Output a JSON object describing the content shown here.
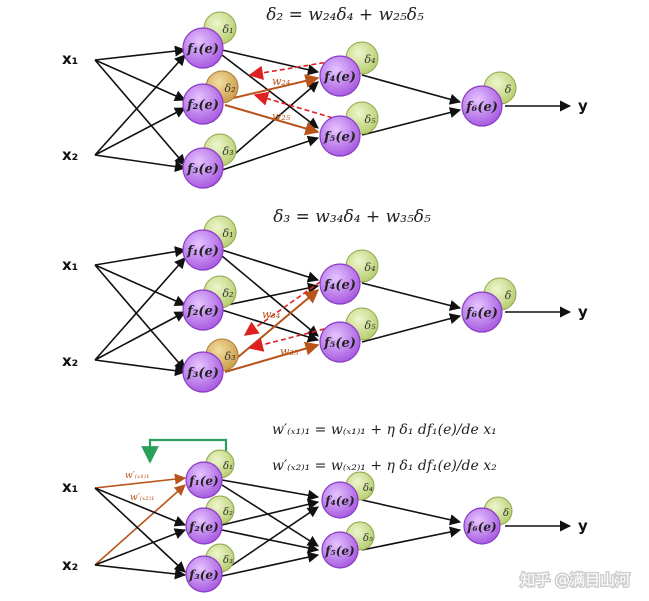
{
  "panels": [
    {
      "equation": "δ₂ = w₂₄δ₄ + w₂₅δ₅",
      "hidden1": [
        {
          "node": "f₁(e)",
          "delta": "δ₁"
        },
        {
          "node": "f₂(e)",
          "delta": "δ₂"
        },
        {
          "node": "f₃(e)",
          "delta": "δ₃"
        }
      ],
      "hidden2": [
        {
          "node": "f₄(e)",
          "delta": "δ₄"
        },
        {
          "node": "f₅(e)",
          "delta": "δ₅"
        }
      ],
      "output": {
        "node": "f₆(e)",
        "delta": "δ"
      },
      "weights": [
        "w₂₄",
        "w₂₅"
      ]
    },
    {
      "equation": "δ₃ = w₃₄δ₄ + w₃₅δ₅",
      "hidden1": [
        {
          "node": "f₁(e)",
          "delta": "δ₁"
        },
        {
          "node": "f₂(e)",
          "delta": "δ₂"
        },
        {
          "node": "f₃(e)",
          "delta": "δ₃"
        }
      ],
      "hidden2": [
        {
          "node": "f₄(e)",
          "delta": "δ₄"
        },
        {
          "node": "f₅(e)",
          "delta": "δ₅"
        }
      ],
      "output": {
        "node": "f₆(e)",
        "delta": "δ"
      },
      "weights": [
        "w₃₄",
        "w₃₅"
      ]
    },
    {
      "equation_1": "w′₍ₓ₁₎₁ = w₍ₓ₁₎₁ + η δ₁ df₁(e)/de x₁",
      "equation_2": "w′₍ₓ₂₎₁ = w₍ₓ₂₎₁ + η δ₁ df₁(e)/de x₂",
      "hidden1": [
        {
          "node": "f₁(e)",
          "delta": "δ₁"
        },
        {
          "node": "f₂(e)",
          "delta": "δ₂"
        },
        {
          "node": "f₃(e)",
          "delta": "δ₃"
        }
      ],
      "hidden2": [
        {
          "node": "f₄(e)",
          "delta": "δ₄"
        },
        {
          "node": "f₅(e)",
          "delta": "δ₅"
        }
      ],
      "output": {
        "node": "f₆(e)",
        "delta": "δ"
      },
      "weights": [
        "w′₍ₓ₁₎₁",
        "w′₍ₓ₂₎₁"
      ]
    }
  ],
  "inputs": [
    "x₁",
    "x₂"
  ],
  "output_label": "y",
  "watermark": "知乎 @满目山河",
  "colors": {
    "neuron_fill": "#b86ee8",
    "neuron_stroke": "#8a3cc4",
    "delta_fill": "#c8dc8a",
    "delta_highlight": "#d9b56a",
    "forward_edge": "#111111",
    "backprop_edge": "#e02020",
    "weight_edge": "#b8531a",
    "update_arrow": "#2aa05a"
  }
}
